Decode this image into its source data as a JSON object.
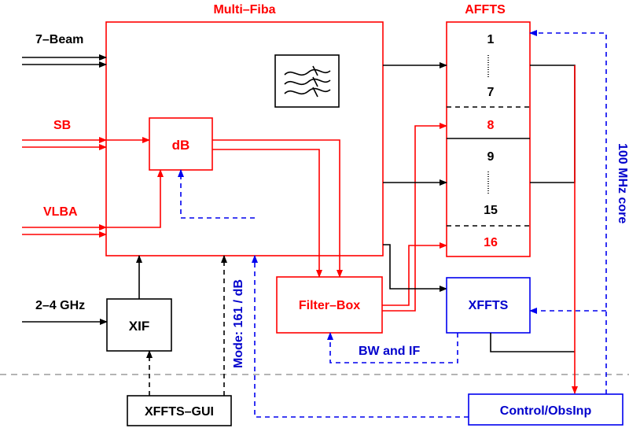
{
  "labels": {
    "multi_fiba": "Multi–Fiba",
    "affts": "AFFTS",
    "beam7": "7–Beam",
    "sb": "SB",
    "vlba": "VLBA",
    "ghz": "2–4 GHz",
    "db": "dB",
    "xif": "XIF",
    "filter_box": "Filter–Box",
    "xffts": "XFFTS",
    "xffts_gui": "XFFTS–GUI",
    "control": "Control/ObsInp",
    "bw_if": "BW and IF",
    "mode": "Mode: 161 / dB",
    "core": "100 MHz core"
  },
  "affts_channels": [
    "1",
    "7",
    "8",
    "9",
    "15",
    "16"
  ],
  "colors": {
    "red": "#ff0000",
    "blue": "#0000ee",
    "black": "#000000"
  }
}
